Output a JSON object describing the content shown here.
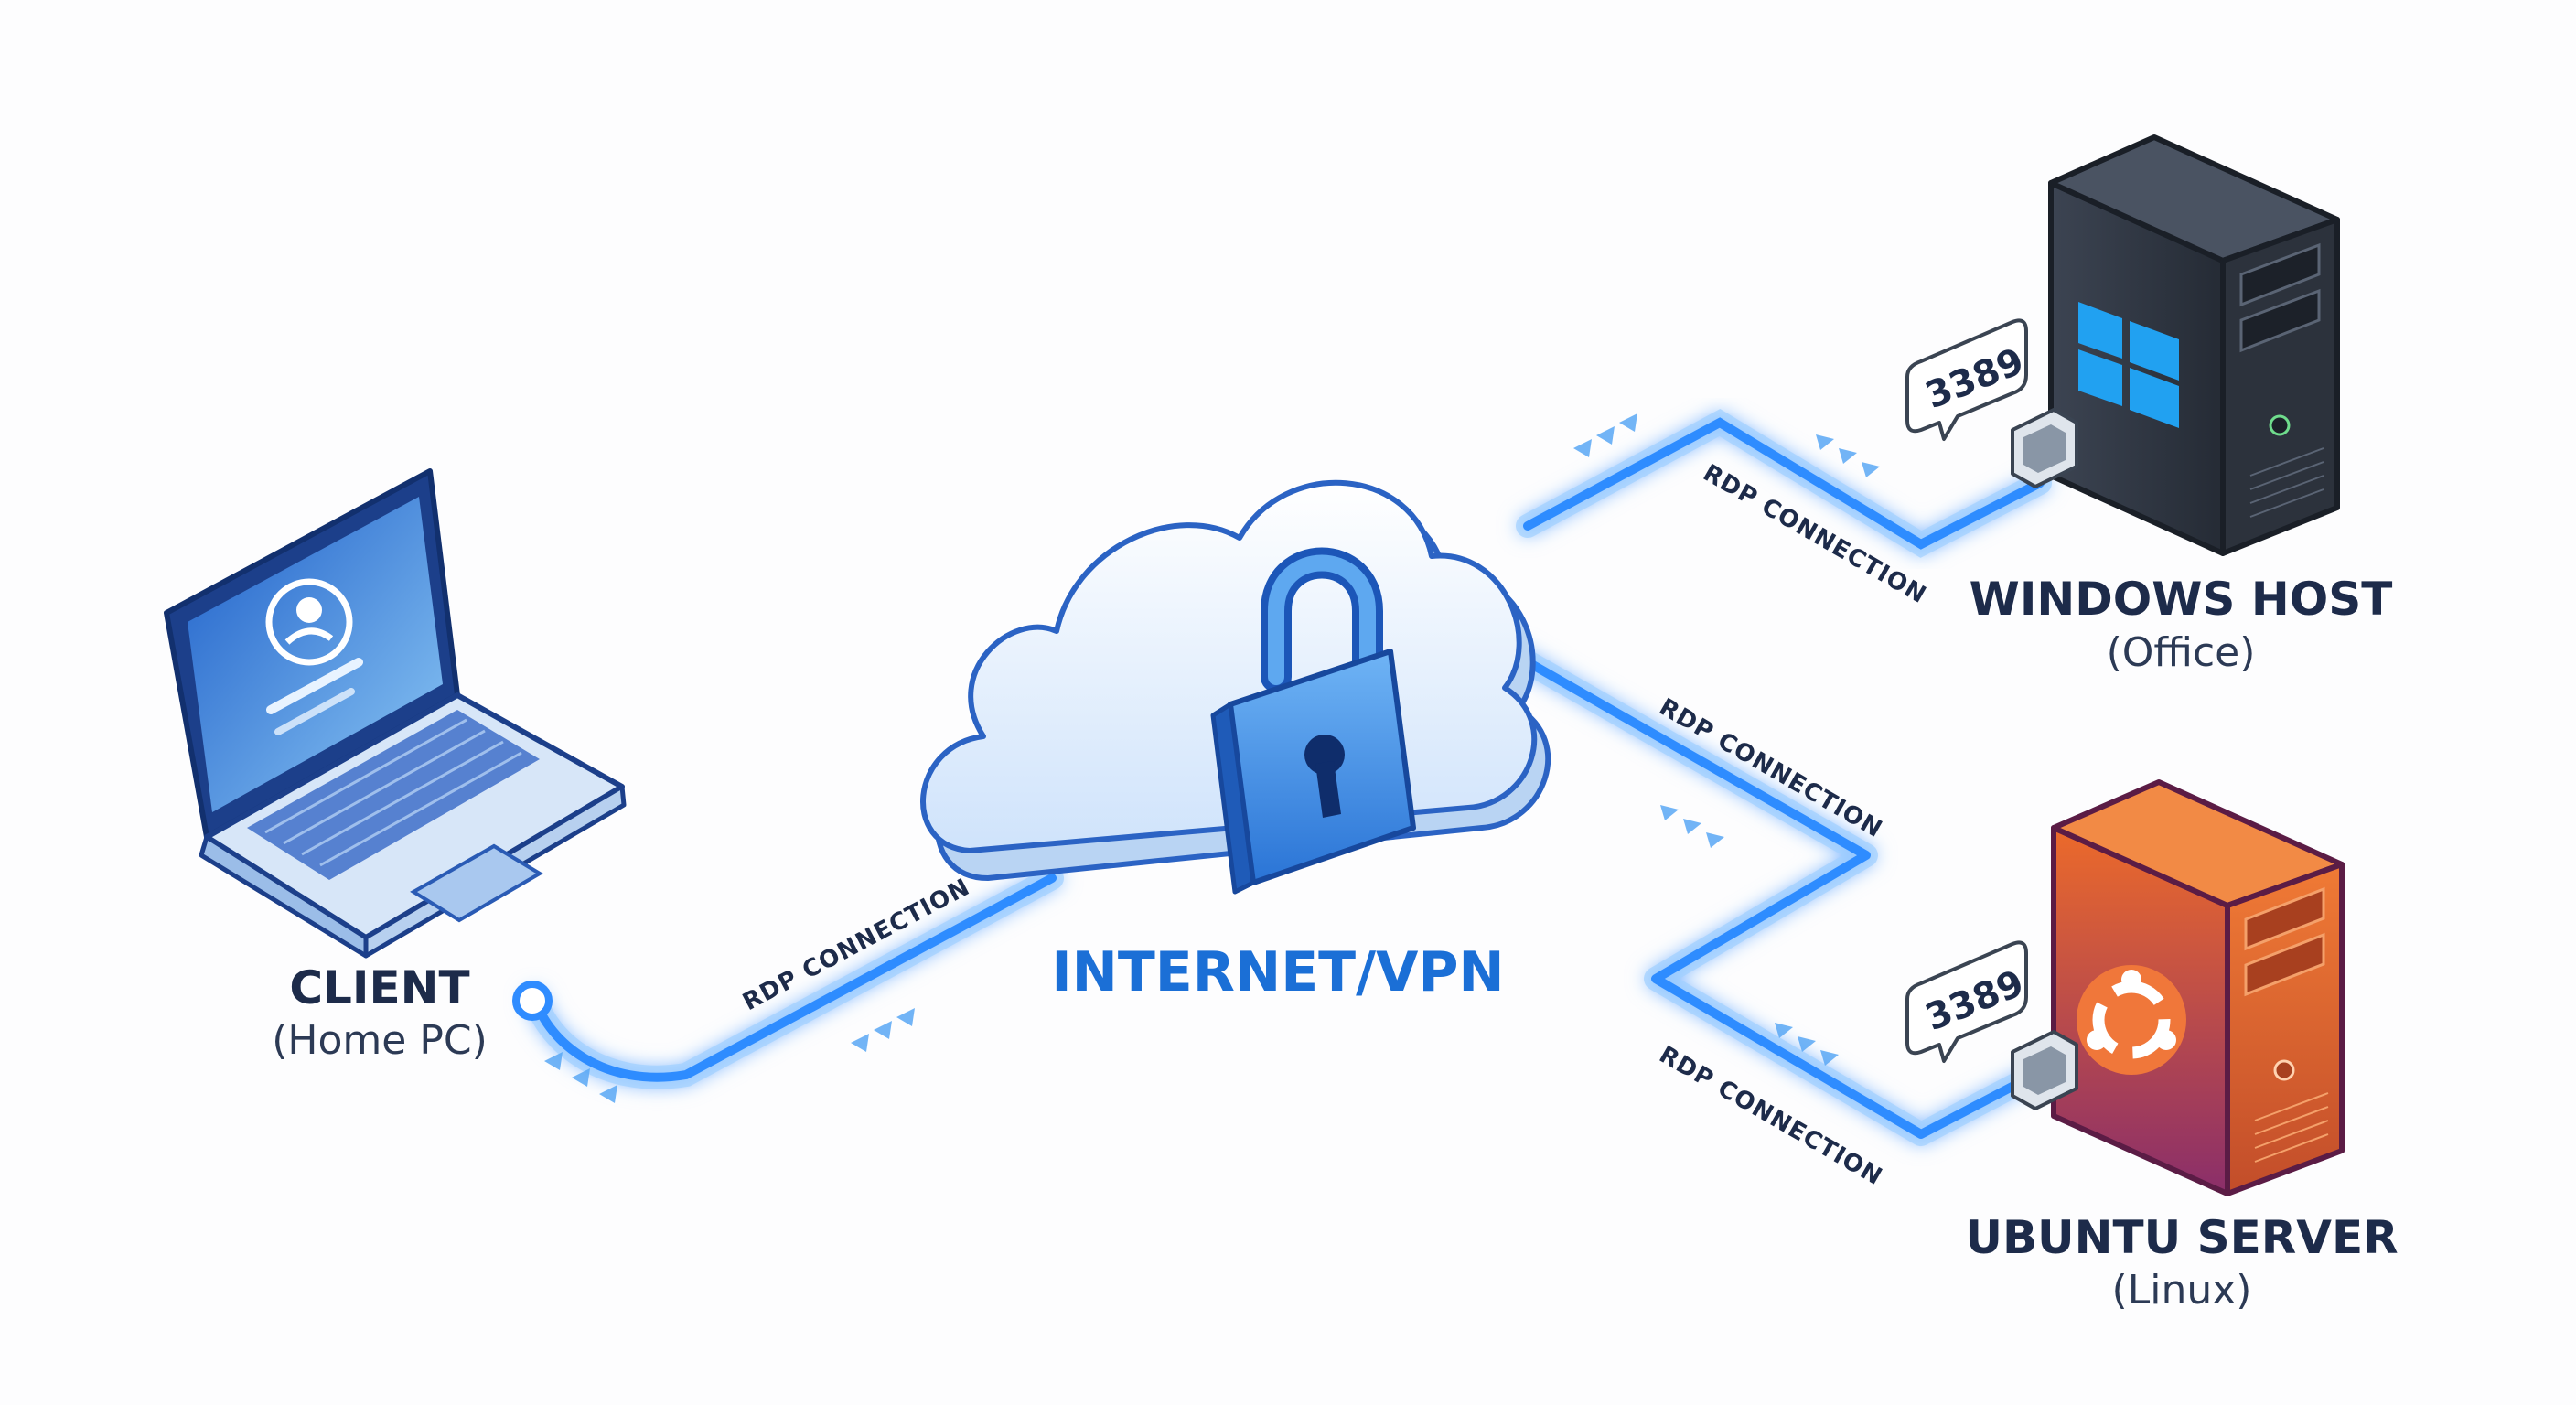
{
  "nodes": {
    "client": {
      "title": "CLIENT",
      "subtitle": "(Home PC)"
    },
    "cloud": {
      "title": "INTERNET/VPN"
    },
    "windows": {
      "title": "WINDOWS HOST",
      "subtitle": "(Office)",
      "port": "3389"
    },
    "ubuntu": {
      "title": "UBUNTU SERVER",
      "subtitle": "(Linux)",
      "port": "3389"
    }
  },
  "connections": {
    "client_cloud": "RDP CONNECTION",
    "cloud_windows": "RDP CONNECTION",
    "cloud_ubuntu_upper": "RDP CONNECTION",
    "cloud_ubuntu_lower": "RDP CONNECTION"
  },
  "colors": {
    "link": "#2f8cff",
    "link_glow": "#9fd0ff",
    "windows_case": "#2f3540",
    "ubuntu_case": "#e0632a",
    "ubuntu_case_dark": "#7b2f6e",
    "cloud": "#dbeafc",
    "lock": "#3a8ee6"
  },
  "icons": {
    "client": "laptop-icon",
    "cloud": "cloud-lock-icon",
    "windows": "windows-tower-icon",
    "ubuntu": "ubuntu-tower-icon",
    "port": "ethernet-port-icon"
  }
}
